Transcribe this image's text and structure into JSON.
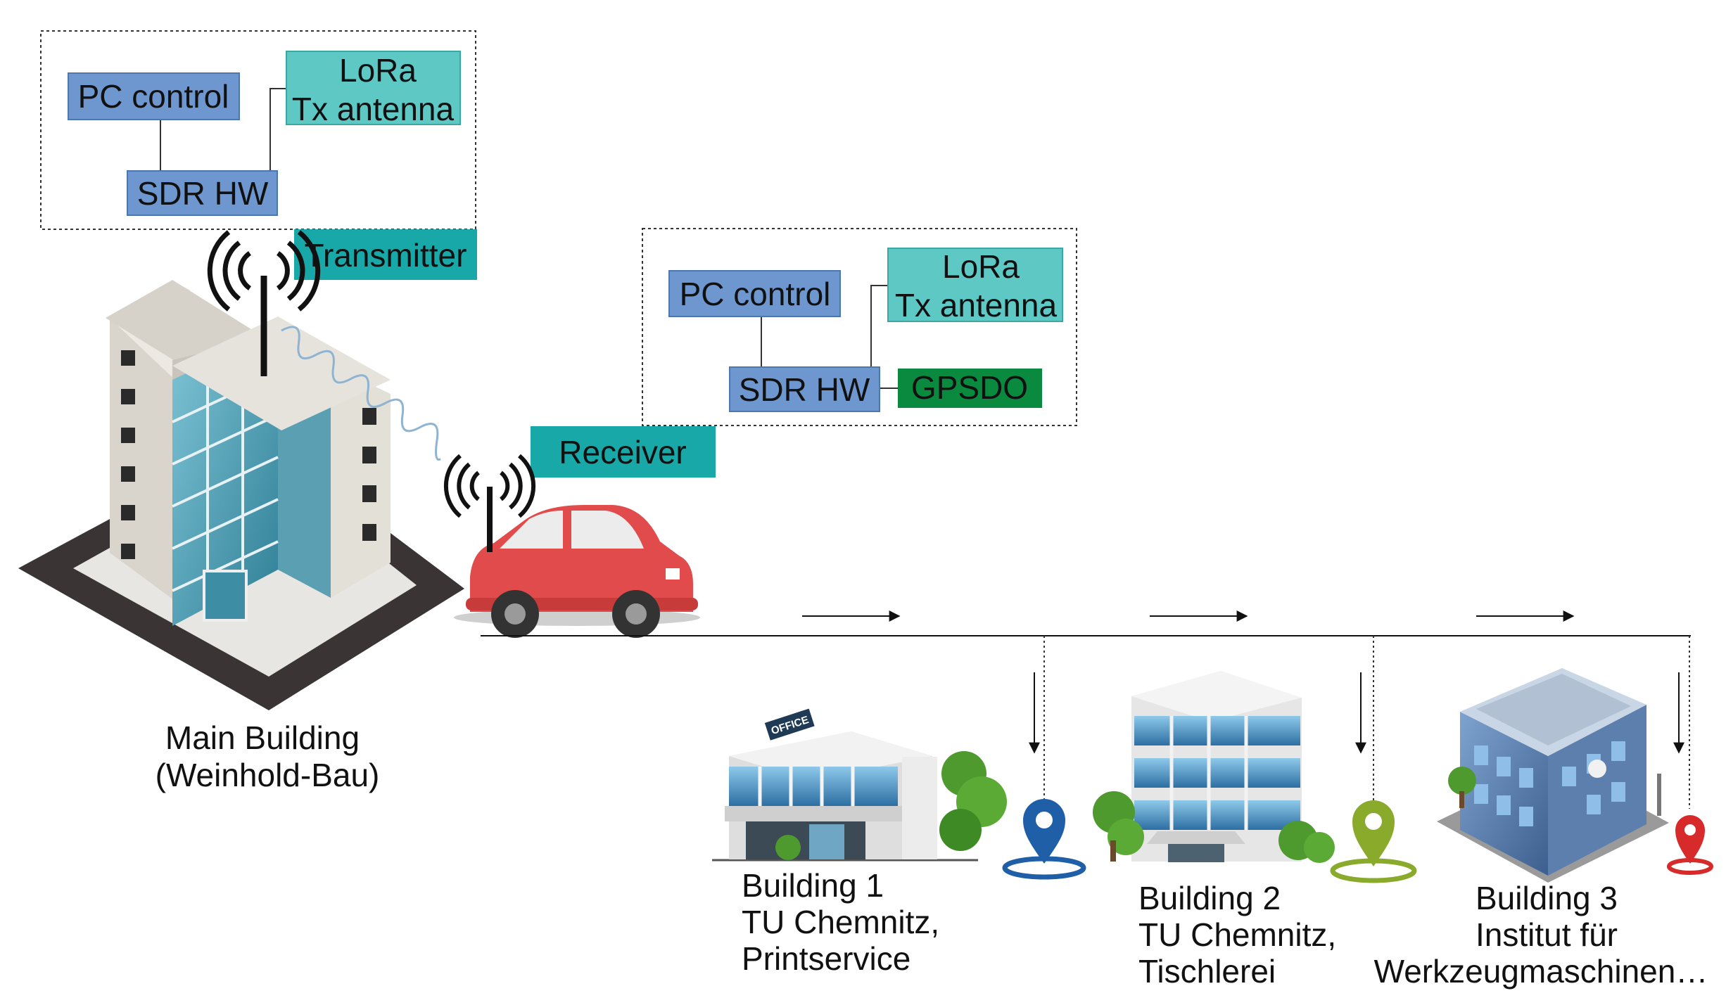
{
  "transmitter_box": {
    "pc_control": "PC control",
    "sdr_hw": "SDR HW",
    "antenna_line1": "LoRa",
    "antenna_line2": "Tx antenna",
    "label": "Transmitter"
  },
  "receiver_box": {
    "pc_control": "PC control",
    "sdr_hw": "SDR HW",
    "antenna_line1": "LoRa",
    "antenna_line2": "Tx antenna",
    "gpsdo": "GPSDO",
    "label": "Receiver"
  },
  "main_building": {
    "line1": "Main Building",
    "line2": "(Weinhold-Bau)"
  },
  "building1": {
    "line1": "Building 1",
    "line2": "TU Chemnitz,",
    "line3": "Printservice",
    "sign": "OFFICE",
    "pin_color": "#1e5fa8"
  },
  "building2": {
    "line1": "Building 2",
    "line2": "TU Chemnitz,",
    "line3": "Tischlerei",
    "pin_color": "#8aaa2c"
  },
  "building3": {
    "line1": "Building 3",
    "line2": "Institut für",
    "line3": "Werkzeugmaschinen…",
    "pin_color": "#d72a2a"
  },
  "colors": {
    "blue_box": "#6f97cf",
    "teal_box": "#5ec8c4",
    "dark_teal": "#19a8a8",
    "gpsdo_green": "#0a8a3e",
    "car_red": "#e14b4b"
  }
}
